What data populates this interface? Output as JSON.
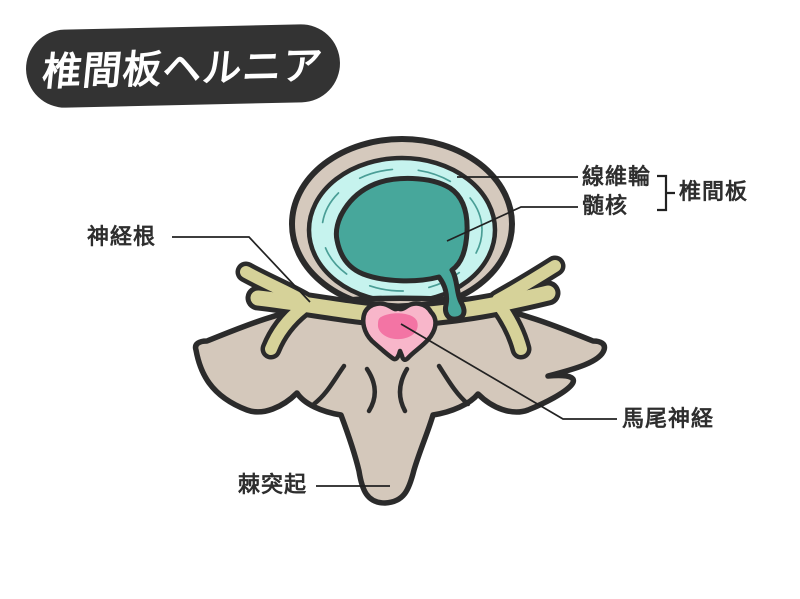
{
  "title": {
    "text": "椎間板ヘルニア"
  },
  "labels": {
    "annulus_fibrosus": "線維輪",
    "nucleus_pulposus": "髄核",
    "intervertebral_disc": "椎間板",
    "nerve_root": "神経根",
    "cauda_equina": "馬尾神経",
    "spinous_process": "棘突起"
  },
  "colors": {
    "title_bg": "#333333",
    "title_text": "#ffffff",
    "outline": "#2b2b2b",
    "disc_outer_ring": "#d5c9bd",
    "annulus_fibrosus": "#c6f3ee",
    "annulus_texture_lines": "#4a9e96",
    "nucleus_pulposus": "#47a79b",
    "nerve": "#d6d299",
    "dural_sac": "#f8b6ca",
    "cauda_equina": "#f374a4",
    "vertebra": "#d4c8bb",
    "label_text": "#2e2e2e"
  }
}
